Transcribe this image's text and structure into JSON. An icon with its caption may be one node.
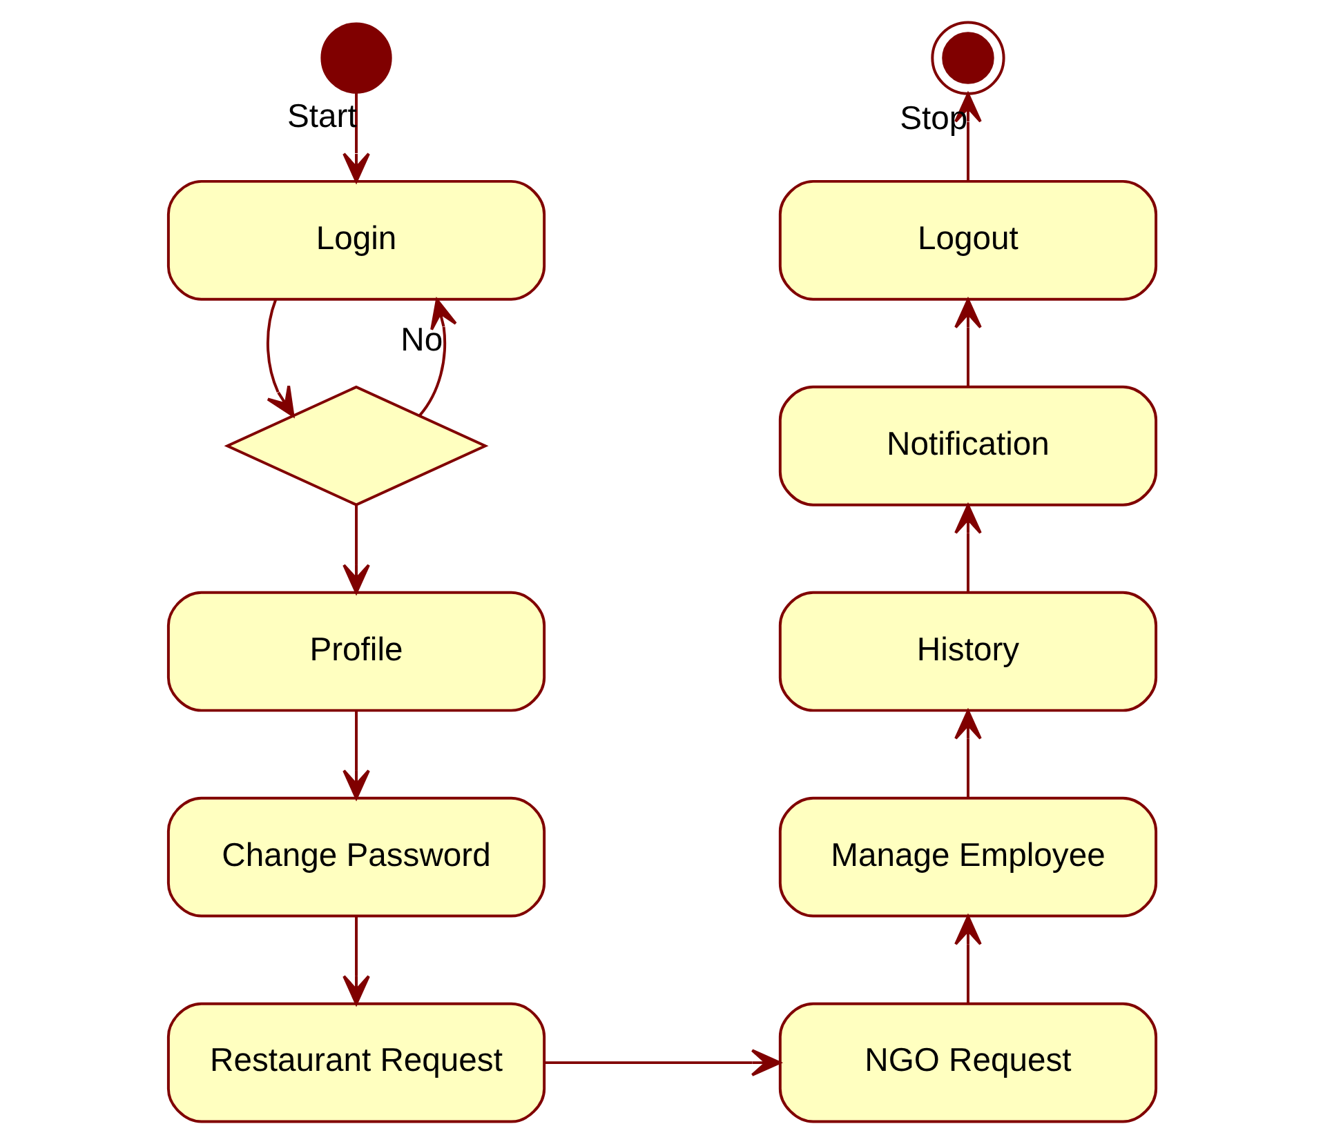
{
  "diagram": {
    "nodes": [
      {
        "text": [],
        "shape": "circle"
      },
      {
        "text": [
          "Login"
        ]
      },
      {
        "text": [],
        "shape": "diamond"
      },
      {
        "text": [
          "Profile"
        ]
      },
      {
        "text": [
          "Change Password"
        ]
      },
      {
        "text": [
          "Restaurant Request"
        ]
      },
      {
        "text": [
          "NGO Request"
        ]
      },
      {
        "text": [
          "Manage Employee"
        ]
      },
      {
        "text": [
          "History"
        ]
      },
      {
        "text": [
          "Notification"
        ]
      },
      {
        "text": [
          "Logout"
        ]
      },
      {
        "text": [],
        "shape": "circle"
      }
    ],
    "edges": [
      {
        "from": 0,
        "to": 1,
        "arrow": "to",
        "label": "Start"
      },
      {
        "from": 2,
        "to": 1,
        "arrow": "to",
        "label": "No"
      },
      {
        "from": 1,
        "to": 2,
        "arrow": "to"
      },
      {
        "from": 2,
        "to": 3,
        "arrow": "to"
      },
      {
        "from": 3,
        "to": 4,
        "arrow": "to"
      },
      {
        "from": 4,
        "to": 5,
        "arrow": "to"
      },
      {
        "from": 5,
        "to": 6,
        "arrow": "to"
      },
      {
        "from": 6,
        "to": 7,
        "arrow": "to"
      },
      {
        "from": 7,
        "to": 8,
        "arrow": "to"
      },
      {
        "from": 8,
        "to": 9,
        "arrow": "to"
      },
      {
        "from": 9,
        "to": 10,
        "arrow": "to"
      },
      {
        "from": 10,
        "to": 11,
        "arrow": "to",
        "label": "Stop"
      }
    ]
  }
}
